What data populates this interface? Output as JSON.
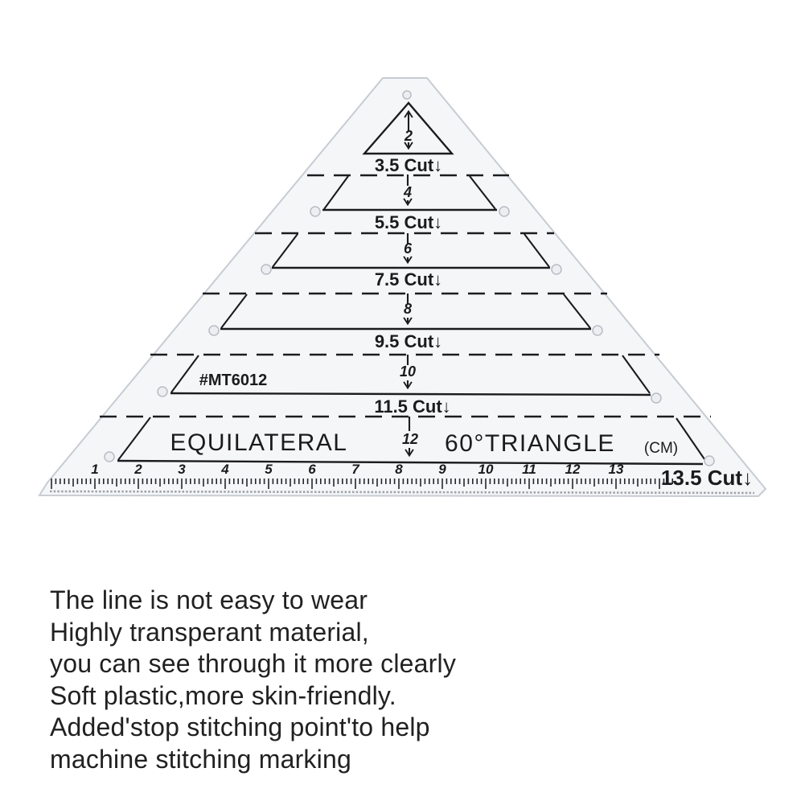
{
  "ruler": {
    "model_number": "#MT6012",
    "name_left": "EQUILATERAL",
    "name_right": "60°TRIANGLE",
    "unit_label": "(CM)",
    "center_numbers": [
      "2",
      "4",
      "6",
      "8",
      "10",
      "12"
    ],
    "cut_labels": [
      "3.5 Cut↓",
      "5.5 Cut↓",
      "7.5 Cut↓",
      "9.5 Cut↓",
      "11.5 Cut↓",
      "13.5 Cut↓"
    ],
    "scale_numbers": [
      "1",
      "2",
      "3",
      "4",
      "5",
      "6",
      "7",
      "8",
      "9",
      "10",
      "11",
      "12",
      "13"
    ]
  },
  "description": {
    "lines": [
      "The line is not easy to wear",
      "Highly transperant material,",
      "you can see through it more clearly",
      "Soft plastic,more skin-friendly.",
      "Added'stop stitching point'to help",
      "machine stitching marking"
    ]
  },
  "colors": {
    "print": "#1c1c1e",
    "plastic_fill": "#f5f6f8",
    "plastic_edge": "#c7ccd3"
  }
}
